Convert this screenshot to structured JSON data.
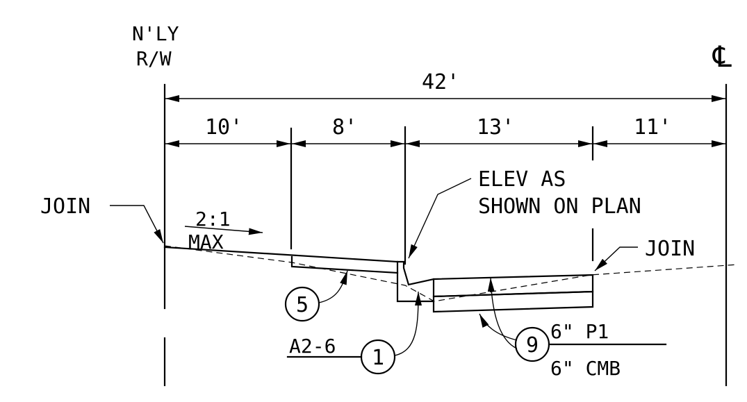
{
  "labels": {
    "row_name_1": "N'LY",
    "row_name_2": "R/W",
    "centerline": "℄",
    "elev_line_1": "ELEV AS",
    "elev_line_2": "SHOWN ON PLAN",
    "join_left": "JOIN",
    "join_right": "JOIN",
    "slope_ratio": "2:1",
    "slope_max": "MAX",
    "subgrade_material": "A2-6",
    "pavement_top": "6\" P1",
    "pavement_base": "6\" CMB"
  },
  "dimensions": {
    "overall": "42'",
    "segments": [
      "10'",
      "8'",
      "13'",
      "11'"
    ]
  },
  "callouts": {
    "c5": "5",
    "c1": "1",
    "c9": "9"
  }
}
